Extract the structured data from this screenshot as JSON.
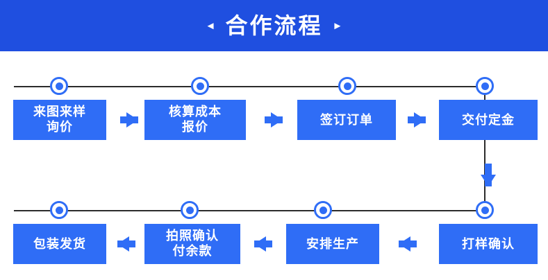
{
  "header": {
    "title": "合作流程",
    "left_ornament": "◄",
    "right_ornament": "►",
    "background_color": "#1f4fe0",
    "text_color": "#ffffff"
  },
  "theme": {
    "accent_color": "#2f6df6",
    "line_color": "#2b2b2b",
    "box_text_color": "#ffffff",
    "page_background": "#ffffff"
  },
  "flow": {
    "rows": [
      {
        "direction": "left-to-right",
        "steps": [
          {
            "index": 1,
            "label": "来图来样\n询价",
            "lines": [
              "来图来样",
              "询价"
            ]
          },
          {
            "index": 2,
            "label": "核算成本\n报价",
            "lines": [
              "核算成本",
              "报价"
            ]
          },
          {
            "index": 3,
            "label": "签订订单",
            "lines": [
              "签订订单"
            ]
          },
          {
            "index": 4,
            "label": "交付定金",
            "lines": [
              "交付定金"
            ]
          }
        ]
      },
      {
        "direction": "right-to-left",
        "steps": [
          {
            "index": 5,
            "label": "打样确认",
            "lines": [
              "打样确认"
            ]
          },
          {
            "index": 6,
            "label": "安排生产",
            "lines": [
              "安排生产"
            ]
          },
          {
            "index": 7,
            "label": "拍照确认\n付余款",
            "lines": [
              "拍照确认",
              "付余款"
            ]
          },
          {
            "index": 8,
            "label": "包装发货",
            "lines": [
              "包装发货"
            ]
          }
        ]
      }
    ],
    "connectors": [
      {
        "name": "arrow-1-2",
        "type": "arrow",
        "direction": "right"
      },
      {
        "name": "arrow-2-3",
        "type": "arrow",
        "direction": "right"
      },
      {
        "name": "arrow-3-4",
        "type": "arrow",
        "direction": "right"
      },
      {
        "name": "arrow-4-5",
        "type": "arrow",
        "direction": "down"
      },
      {
        "name": "arrow-5-6",
        "type": "arrow",
        "direction": "left"
      },
      {
        "name": "arrow-6-7",
        "type": "arrow",
        "direction": "left"
      },
      {
        "name": "arrow-7-8",
        "type": "arrow",
        "direction": "left"
      }
    ]
  }
}
